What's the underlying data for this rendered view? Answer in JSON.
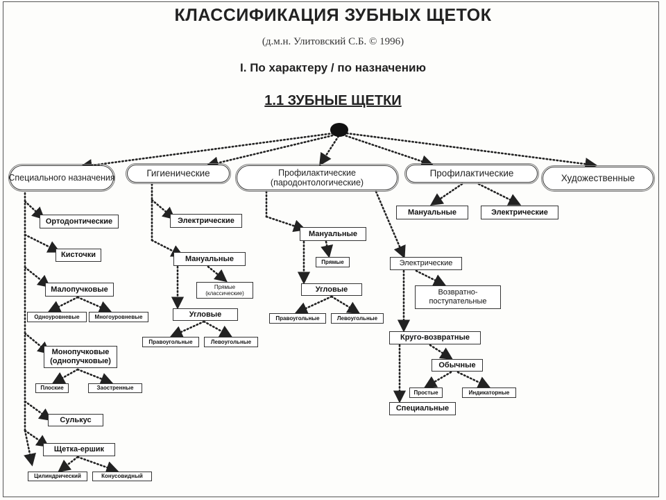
{
  "header": {
    "title": "КЛАССИФИКАЦИЯ ЗУБНЫХ ЩЕТОК",
    "author": "(д.м.н. Улитовский С.Б. © 1996)",
    "section": "I. По характеру / по назначению",
    "subsection": "1.1 ЗУБНЫЕ ЩЕТКИ"
  },
  "nodes": {
    "special": "Специального назначения",
    "hygienic": "Гигиенические",
    "prof_paro": "Профилактические (пародонтологические)",
    "prof": "Профилактические",
    "artistic": "Художественные",
    "ortho": "Ортодонтические",
    "brushes": "Кисточки",
    "lowtuft": "Малопучковые",
    "onelevel": "Одноуровневые",
    "multilevel": "Многоуровневые",
    "monotuft": "Монопучковые (однопучковые)",
    "flat": "Плоские",
    "pointed": "Заостренные",
    "sulcus": "Сулькус",
    "ershik": "Щетка-ершик",
    "cyl": "Цилиндрический",
    "cone": "Конусовидный",
    "h_elec": "Электрические",
    "h_man": "Мануальные",
    "h_straight": "Прямые (классические)",
    "h_angle": "Угловые",
    "h_right": "Правоугольные",
    "h_left": "Левоугольные",
    "pp_man": "Мануальные",
    "pp_straight": "Прямые",
    "pp_angle": "Угловые",
    "pp_right": "Правоугольные",
    "pp_left": "Левоугольные",
    "pp_elec": "Электрические",
    "reciprocal": "Возвратно-поступательные",
    "circular": "Круго-возвратные",
    "ordinary": "Обычные",
    "simple": "Простые",
    "indicator": "Индикаторные",
    "specialized": "Специальные",
    "p_man": "Мануальные",
    "p_elec": "Электрические"
  }
}
